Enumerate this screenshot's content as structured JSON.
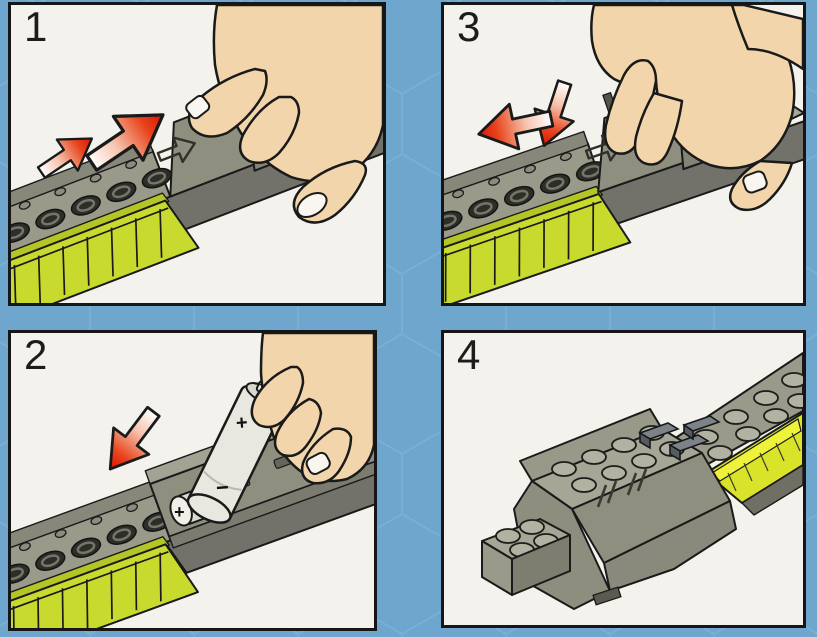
{
  "page": {
    "background_color": "#6ea6ce",
    "hex_pattern_color": "#87b9dc",
    "panel_background": "#f3f2ec",
    "panel_border_color": "#161616"
  },
  "steps": {
    "step1": {
      "number": "1"
    },
    "step2": {
      "number": "2",
      "battery_top_label": "+",
      "battery_bottom_label": "−",
      "inserted_battery_label": "+"
    },
    "step3": {
      "number": "3"
    },
    "step4": {
      "number": "4"
    }
  },
  "icons": {
    "step1": [
      "red-arrow-up-right-small",
      "red-arrow-up-right-large",
      "embossed-slide-arrow"
    ],
    "step2": [
      "red-arrow-down-left"
    ],
    "step3": [
      "red-arrow-down",
      "red-arrow-left",
      "embossed-slide-arrow"
    ],
    "step4": []
  },
  "colors": {
    "arrow_red": "#df1806",
    "lego_body_gray": "#9a9a8b",
    "lego_shadow_gray": "#72726a",
    "lime_green": "#c9da2f",
    "skin_tone": "#f3d5ab",
    "fingernail_white": "#f8f6ee",
    "battery_white": "#e9e8e0",
    "stud_black": "#2e2e29",
    "lever_gray": "#7c8287"
  }
}
